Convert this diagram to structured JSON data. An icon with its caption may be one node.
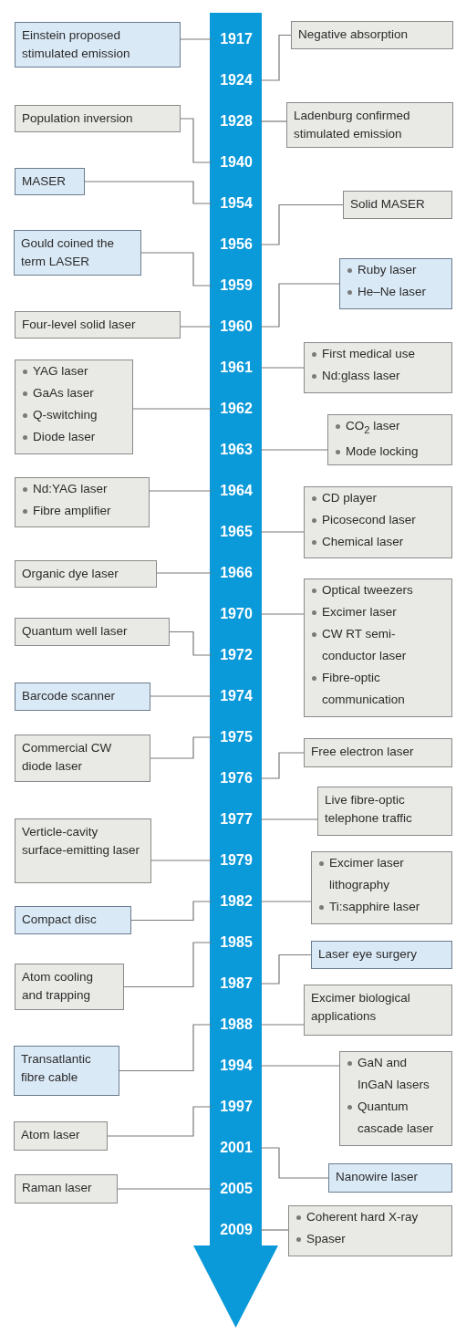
{
  "diagram": {
    "nodes": [
      {
        "text": [],
        "shape": "arrow"
      },
      {
        "text": [
          "1917"
        ],
        "in": 0
      },
      {
        "text": [
          "1924"
        ],
        "in": 0
      },
      {
        "text": [
          "1928"
        ],
        "in": 0
      },
      {
        "text": [
          "1940"
        ],
        "in": 0
      },
      {
        "text": [
          "1954"
        ],
        "in": 0
      },
      {
        "text": [
          "1956"
        ],
        "in": 0
      },
      {
        "text": [
          "1959"
        ],
        "in": 0
      },
      {
        "text": [
          "1960"
        ],
        "in": 0
      },
      {
        "text": [
          "1961"
        ],
        "in": 0
      },
      {
        "text": [
          "1962"
        ],
        "in": 0
      },
      {
        "text": [
          "1963"
        ],
        "in": 0
      },
      {
        "text": [
          "1964"
        ],
        "in": 0
      },
      {
        "text": [
          "1965"
        ],
        "in": 0
      },
      {
        "text": [
          "1966"
        ],
        "in": 0
      },
      {
        "text": [
          "1970"
        ],
        "in": 0
      },
      {
        "text": [
          "1972"
        ],
        "in": 0
      },
      {
        "text": [
          "1974"
        ],
        "in": 0
      },
      {
        "text": [
          "1975"
        ],
        "in": 0
      },
      {
        "text": [
          "1976"
        ],
        "in": 0
      },
      {
        "text": [
          "1977"
        ],
        "in": 0
      },
      {
        "text": [
          "1979"
        ],
        "in": 0
      },
      {
        "text": [
          "1982"
        ],
        "in": 0
      },
      {
        "text": [
          "1985"
        ],
        "in": 0
      },
      {
        "text": [
          "1987"
        ],
        "in": 0
      },
      {
        "text": [
          "1988"
        ],
        "in": 0
      },
      {
        "text": [
          "1994"
        ],
        "in": 0
      },
      {
        "text": [
          "1997"
        ],
        "in": 0
      },
      {
        "text": [
          "2001"
        ],
        "in": 0
      },
      {
        "text": [
          "2005"
        ],
        "in": 0
      },
      {
        "text": [
          "2009"
        ],
        "in": 0
      },
      {
        "text": [
          "Einstein proposed stimulated emission"
        ]
      },
      {
        "text": [
          "Negative absorption"
        ]
      },
      {
        "text": [
          "Population inversion"
        ]
      },
      {
        "text": [
          "Ladenburg confirmed stimulated emission"
        ]
      },
      {
        "text": [
          "MASER"
        ]
      },
      {
        "text": [
          "Solid MASER"
        ]
      },
      {
        "text": [
          "Gould coined the term LASER"
        ]
      },
      {
        "text": [
          "Ruby laser",
          "He–Ne laser"
        ]
      },
      {
        "text": [
          "Four-level solid laser"
        ]
      },
      {
        "text": [
          "First medical use",
          "Nd:glass laser"
        ]
      },
      {
        "text": [
          "YAG laser",
          "GaAs laser",
          "Q-switching",
          "Diode laser"
        ]
      },
      {
        "text": [
          "CO$_{2}$ laser",
          "Mode locking"
        ]
      },
      {
        "text": [
          "Nd:YAG laser",
          "Fibre amplifier"
        ]
      },
      {
        "text": [
          "CD player",
          "Picosecond laser",
          "Chemical laser"
        ]
      },
      {
        "text": [
          "Organic dye laser"
        ]
      },
      {
        "text": [
          "Optical tweezers",
          "Excimer laser",
          "CW RT semi- conductor laser",
          "Fibre-optic communication"
        ]
      },
      {
        "text": [
          "Quantum well laser"
        ]
      },
      {
        "text": [
          "Barcode scanner"
        ]
      },
      {
        "text": [
          "Commercial CW diode laser"
        ]
      },
      {
        "text": [
          "Free electron laser"
        ]
      },
      {
        "text": [
          "Live fibre-optic telephone traffic"
        ]
      },
      {
        "text": [
          "Verticle-cavity surface-emitting laser"
        ]
      },
      {
        "text": [
          "Excimer laser lithography",
          "Ti:sapphire laser"
        ]
      },
      {
        "text": [
          "Compact disc"
        ]
      },
      {
        "text": [
          "Laser eye surgery"
        ]
      },
      {
        "text": [
          "Atom cooling and trapping"
        ]
      },
      {
        "text": [
          "Excimer biological applications"
        ]
      },
      {
        "text": [
          "Transatlantic fibre cable"
        ]
      },
      {
        "text": [
          "GaN and InGaN lasers",
          "Quantum cascade laser"
        ]
      },
      {
        "text": [
          "Atom laser"
        ]
      },
      {
        "text": [
          "Nanowire laser"
        ]
      },
      {
        "text": [
          "Raman laser"
        ]
      },
      {
        "text": [
          "Coherent hard X-ray",
          "Spaser"
        ]
      }
    ],
    "edges": [
      {
        "from": 31,
        "to": 1,
        "arrow": "none"
      },
      {
        "from": 32,
        "to": 2,
        "arrow": "none"
      },
      {
        "from": 33,
        "to": 4,
        "arrow": "none"
      },
      {
        "from": 34,
        "to": 3,
        "arrow": "none"
      },
      {
        "from": 35,
        "to": 5,
        "arrow": "none"
      },
      {
        "from": 36,
        "to": 6,
        "arrow": "none"
      },
      {
        "from": 37,
        "to": 7,
        "arrow": "none"
      },
      {
        "from": 38,
        "to": 8,
        "arrow": "none"
      },
      {
        "from": 39,
        "to": 8,
        "arrow": "none"
      },
      {
        "from": 40,
        "to": 9,
        "arrow": "none"
      },
      {
        "from": 41,
        "to": 10,
        "arrow": "none"
      },
      {
        "from": 42,
        "to": 11,
        "arrow": "none"
      },
      {
        "from": 43,
        "to": 12,
        "arrow": "none"
      },
      {
        "from": 44,
        "to": 13,
        "arrow": "none"
      },
      {
        "from": 45,
        "to": 14,
        "arrow": "none"
      },
      {
        "from": 46,
        "to": 15,
        "arrow": "none"
      },
      {
        "from": 47,
        "to": 16,
        "arrow": "none"
      },
      {
        "from": 48,
        "to": 17,
        "arrow": "none"
      },
      {
        "from": 49,
        "to": 18,
        "arrow": "none"
      },
      {
        "from": 50,
        "to": 19,
        "arrow": "none"
      },
      {
        "from": 51,
        "to": 20,
        "arrow": "none"
      },
      {
        "from": 52,
        "to": 21,
        "arrow": "none"
      },
      {
        "from": 53,
        "to": 22,
        "arrow": "none"
      },
      {
        "from": 54,
        "to": 22,
        "arrow": "none"
      },
      {
        "from": 55,
        "to": 24,
        "arrow": "none"
      },
      {
        "from": 56,
        "to": 23,
        "arrow": "none"
      },
      {
        "from": 57,
        "to": 25,
        "arrow": "none"
      },
      {
        "from": 58,
        "to": 25,
        "arrow": "none"
      },
      {
        "from": 59,
        "to": 26,
        "arrow": "none"
      },
      {
        "from": 60,
        "to": 27,
        "arrow": "none"
      },
      {
        "from": 61,
        "to": 28,
        "arrow": "none"
      },
      {
        "from": 62,
        "to": 29,
        "arrow": "none"
      },
      {
        "from": 63,
        "to": 30,
        "arrow": "none"
      }
    ]
  }
}
